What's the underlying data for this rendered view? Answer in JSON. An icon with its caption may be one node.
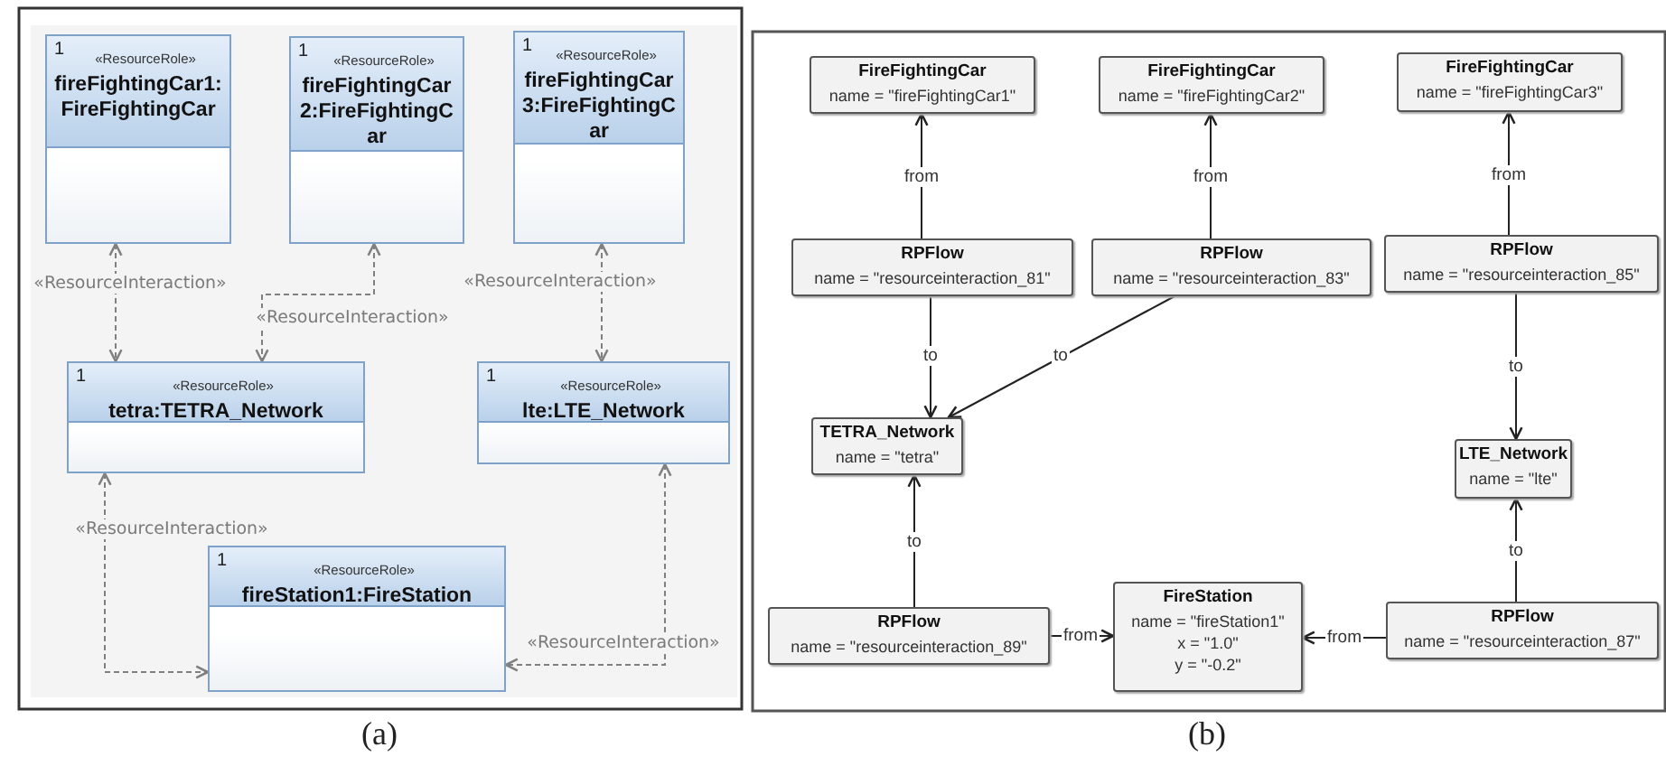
{
  "diagram": {
    "nodes": [
      {
        "text": [
          "1",
          "«ResourceRole»",
          "fireFightingCar1:FireFightingCar"
        ]
      },
      {
        "text": [
          "1",
          "«ResourceRole»",
          "fireFightingCar2:FireFightingCar"
        ]
      },
      {
        "text": [
          "1",
          "«ResourceRole»",
          "fireFightingCar3:FireFightingCar"
        ]
      },
      {
        "text": [
          "1",
          "«ResourceRole»",
          "tetra:TETRA_Network"
        ]
      },
      {
        "text": [
          "1",
          "«ResourceRole»",
          "lte:LTE_Network"
        ]
      },
      {
        "text": [
          "1",
          "«ResourceRole»",
          "fireStation1:FireStation"
        ]
      },
      {
        "text": [
          "FireFightingCar",
          "name = \"fireFightingCar1\""
        ]
      },
      {
        "text": [
          "FireFightingCar",
          "name = \"fireFightingCar2\""
        ]
      },
      {
        "text": [
          "FireFightingCar",
          "name = \"fireFightingCar3\""
        ]
      },
      {
        "text": [
          "RPFlow",
          "name = \"resourceinteraction_81\""
        ]
      },
      {
        "text": [
          "RPFlow",
          "name = \"resourceinteraction_83\""
        ]
      },
      {
        "text": [
          "RPFlow",
          "name = \"resourceinteraction_85\""
        ]
      },
      {
        "text": [
          "TETRA_Network",
          "name = \"tetra\""
        ]
      },
      {
        "text": [
          "LTE_Network",
          "name = \"lte\""
        ]
      },
      {
        "text": [
          "RPFlow",
          "name = \"resourceinteraction_89\""
        ]
      },
      {
        "text": [
          "FireStation",
          "name = \"fireStation1\"",
          "x = \"1.0\"",
          "y = \"-0.2\""
        ]
      },
      {
        "text": [
          "RPFlow",
          "name = \"resourceinteraction_87\""
        ]
      }
    ],
    "edges": [
      {
        "from": 0,
        "to": 3,
        "arrow": "both",
        "label": "«ResourceInteraction»",
        "style": "dashed",
        "color": "#808080"
      },
      {
        "from": 1,
        "to": 3,
        "arrow": "both",
        "label": "«ResourceInteraction»",
        "style": "dashed",
        "color": "#808080"
      },
      {
        "from": 2,
        "to": 4,
        "arrow": "both",
        "label": "«ResourceInteraction»",
        "style": "dashed",
        "color": "#808080"
      },
      {
        "from": 3,
        "to": 5,
        "arrow": "both",
        "label": "«ResourceInteraction»",
        "style": "dashed",
        "color": "#808080"
      },
      {
        "from": 4,
        "to": 5,
        "arrow": "both",
        "label": "«ResourceInteraction»",
        "style": "dashed",
        "color": "#808080"
      },
      {
        "from": 9,
        "to": 6,
        "arrow": "to",
        "label": "from"
      },
      {
        "from": 10,
        "to": 7,
        "arrow": "to",
        "label": "from"
      },
      {
        "from": 11,
        "to": 8,
        "arrow": "to",
        "label": "from"
      },
      {
        "from": 9,
        "to": 12,
        "arrow": "to",
        "label": "to"
      },
      {
        "from": 10,
        "to": 12,
        "arrow": "to",
        "label": "to"
      },
      {
        "from": 11,
        "to": 13,
        "arrow": "to",
        "label": "to"
      },
      {
        "from": 14,
        "to": 12,
        "arrow": "to",
        "label": "to"
      },
      {
        "from": 14,
        "to": 15,
        "arrow": "to",
        "label": "from"
      },
      {
        "from": 16,
        "to": 13,
        "arrow": "to",
        "label": "to"
      },
      {
        "from": 16,
        "to": 15,
        "arrow": "to",
        "label": "from"
      }
    ],
    "labels": [
      "(a)",
      "(b)"
    ]
  }
}
